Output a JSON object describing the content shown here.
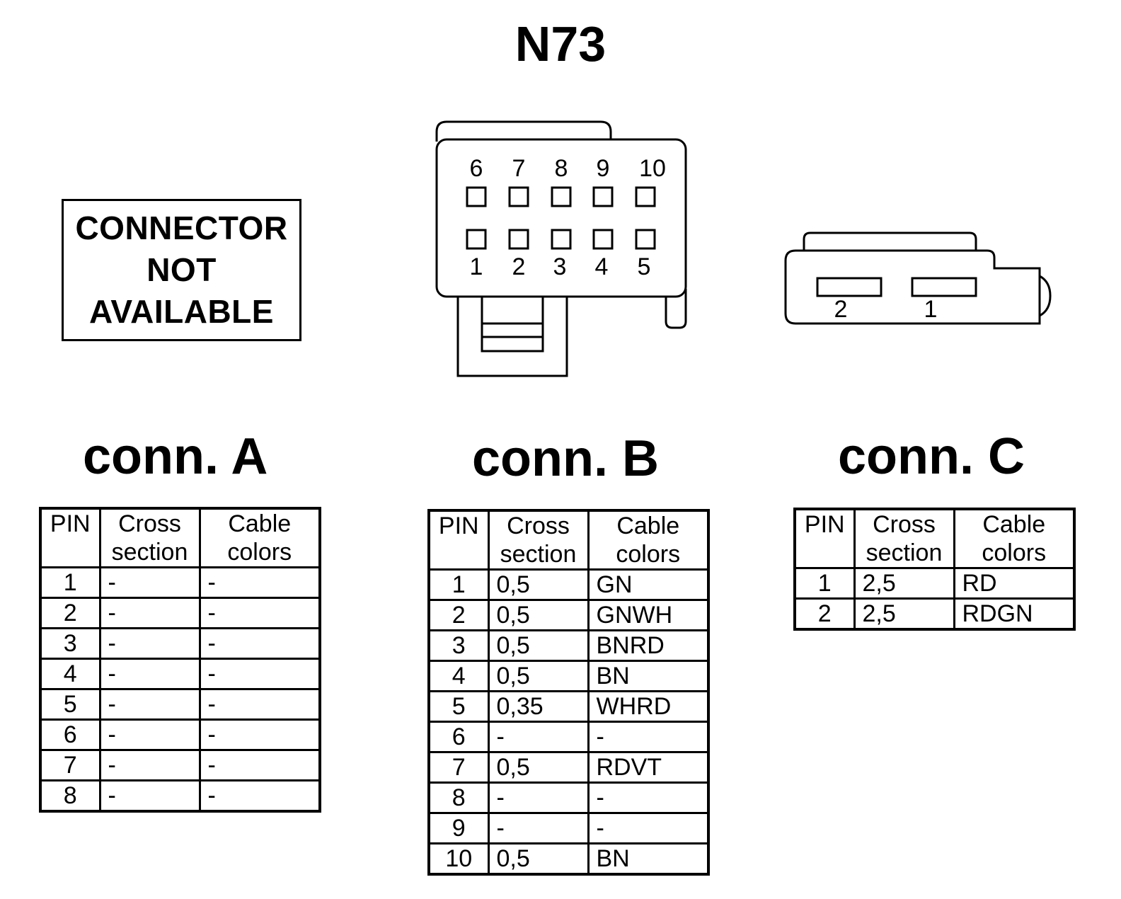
{
  "title": "N73",
  "connector_a_notice": [
    "CONNECTOR",
    "NOT",
    "AVAILABLE"
  ],
  "connector_b_pin_labels_top": [
    "6",
    "7",
    "8",
    "9",
    "10"
  ],
  "connector_b_pin_labels_bottom": [
    "1",
    "2",
    "3",
    "4",
    "5"
  ],
  "connector_c_pin_labels": [
    "2",
    "1"
  ],
  "headers": {
    "pin": "PIN",
    "cross": [
      "Cross",
      "section"
    ],
    "colors": [
      "Cable",
      "colors"
    ]
  },
  "tables": {
    "a": {
      "label": "conn. A",
      "rows": [
        [
          "1",
          "-",
          "-"
        ],
        [
          "2",
          "-",
          "-"
        ],
        [
          "3",
          "-",
          "-"
        ],
        [
          "4",
          "-",
          "-"
        ],
        [
          "5",
          "-",
          "-"
        ],
        [
          "6",
          "-",
          "-"
        ],
        [
          "7",
          "-",
          "-"
        ],
        [
          "8",
          "-",
          "-"
        ]
      ]
    },
    "b": {
      "label": "conn. B",
      "rows": [
        [
          "1",
          "0,5",
          "GN"
        ],
        [
          "2",
          "0,5",
          "GNWH"
        ],
        [
          "3",
          "0,5",
          "BNRD"
        ],
        [
          "4",
          "0,5",
          "BN"
        ],
        [
          "5",
          "0,35",
          "WHRD"
        ],
        [
          "6",
          "-",
          "-"
        ],
        [
          "7",
          "0,5",
          "RDVT"
        ],
        [
          "8",
          "-",
          "-"
        ],
        [
          "9",
          "-",
          "-"
        ],
        [
          "10",
          "0,5",
          "BN"
        ]
      ]
    },
    "c": {
      "label": "conn. C",
      "rows": [
        [
          "1",
          "2,5",
          "RD"
        ],
        [
          "2",
          "2,5",
          "RDGN"
        ]
      ]
    }
  }
}
